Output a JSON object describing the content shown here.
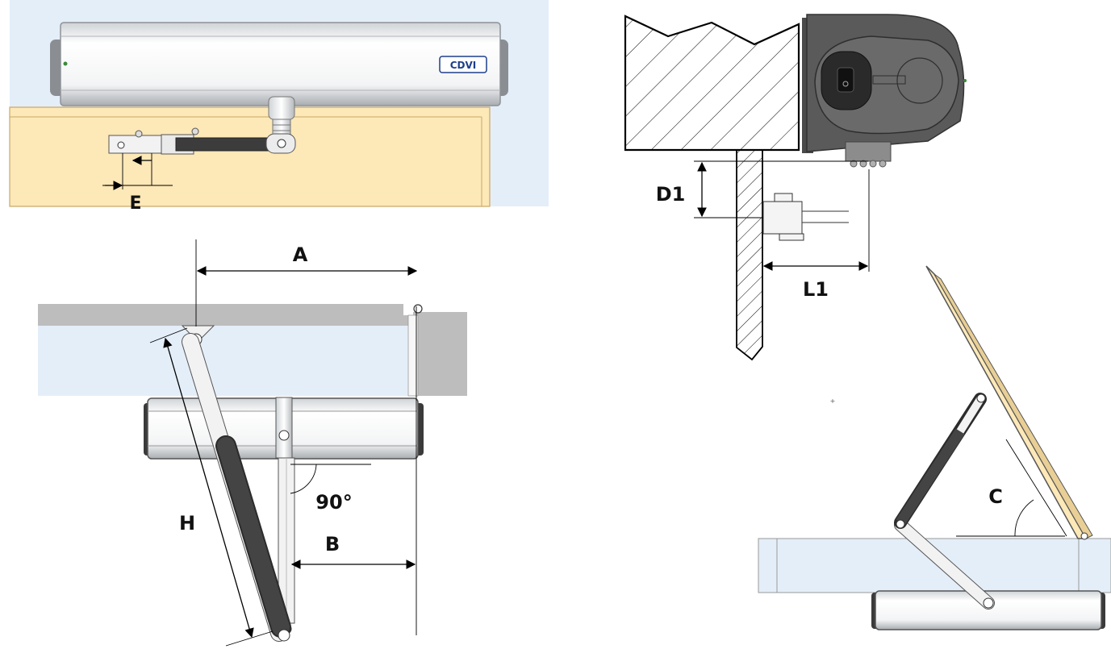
{
  "brand_logo": "CDVI",
  "labels": {
    "E": "E",
    "A": "A",
    "H": "H",
    "angle": "90°",
    "B": "B",
    "D1": "D1",
    "L1": "L1",
    "C": "C"
  },
  "colors": {
    "door_fill": "#fde8b8",
    "wall_fill": "#e4eef9",
    "frame_gray": "#bdbdbd",
    "arm_dark": "#3c3c3c",
    "motor_gray": "#4a4a4a"
  }
}
